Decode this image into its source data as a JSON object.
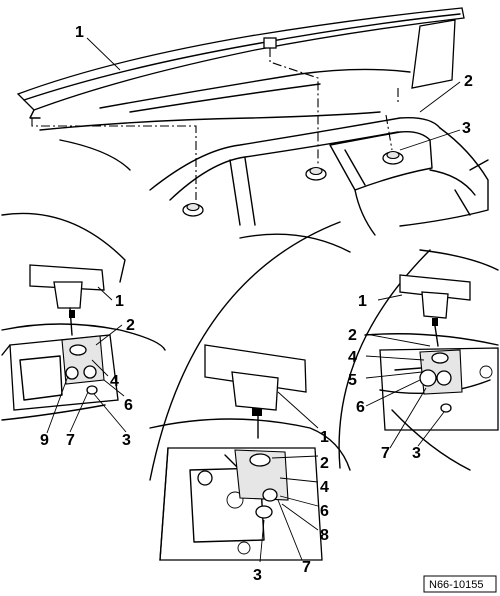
{
  "drawing_code": "N66-10155",
  "callouts": {
    "main_1": "1",
    "main_2": "2",
    "main_3": "3",
    "left_1": "1",
    "left_2": "2",
    "left_4": "4",
    "left_6": "6",
    "left_9": "9",
    "left_7": "7",
    "left_3": "3",
    "mid_1": "1",
    "mid_2": "2",
    "mid_4": "4",
    "mid_6": "6",
    "mid_8": "8",
    "mid_3": "3",
    "mid_7": "7",
    "right_1": "1",
    "right_2": "2",
    "right_4": "4",
    "right_5": "5",
    "right_6": "6",
    "right_7": "7",
    "right_3": "3"
  }
}
